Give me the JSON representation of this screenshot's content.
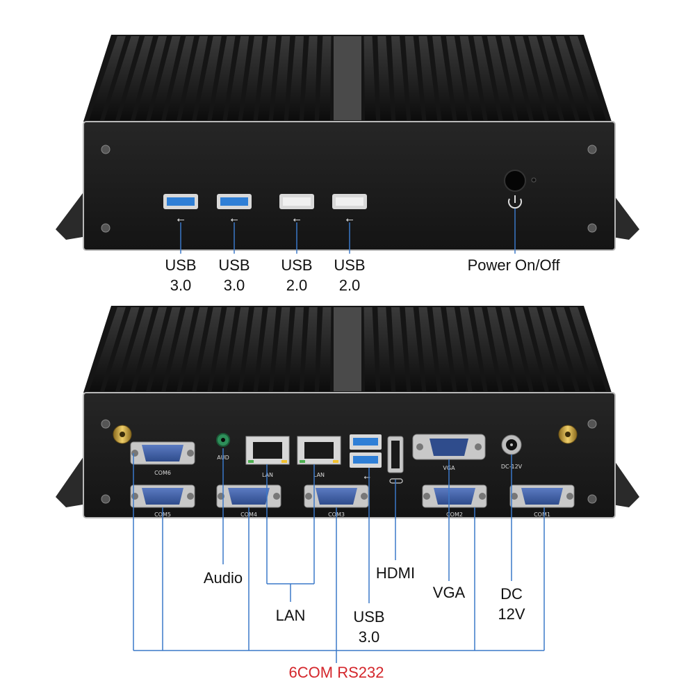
{
  "front_panel": {
    "usb_ports": [
      {
        "line1": "USB",
        "line2": "3.0"
      },
      {
        "line1": "USB",
        "line2": "3.0"
      },
      {
        "line1": "USB",
        "line2": "2.0"
      },
      {
        "line1": "USB",
        "line2": "2.0"
      }
    ],
    "power_label": "Power On/Off"
  },
  "rear_panel": {
    "silk": {
      "aud": "AUD",
      "lan_1": "LAN",
      "lan_2": "LAN",
      "vga": "VGA",
      "dc": "DC-12V",
      "com1": "COM1",
      "com2": "COM2",
      "com3": "COM3",
      "com4": "COM4",
      "com5": "COM5",
      "com6": "COM6"
    },
    "callouts": {
      "audio": "Audio",
      "lan": "LAN",
      "usb_line1": "USB",
      "usb_line2": "3.0",
      "hdmi": "HDMI",
      "vga": "VGA",
      "dc_line1": "DC",
      "dc_line2": "12V",
      "com": "6COM RS232"
    }
  },
  "colors": {
    "chassis": "#1b1b1b",
    "callout_line": "#3a78c9",
    "com_label": "#d4262b",
    "usb3_blue": "#2f7fd6",
    "db9_blue": "#3a5a9e"
  }
}
